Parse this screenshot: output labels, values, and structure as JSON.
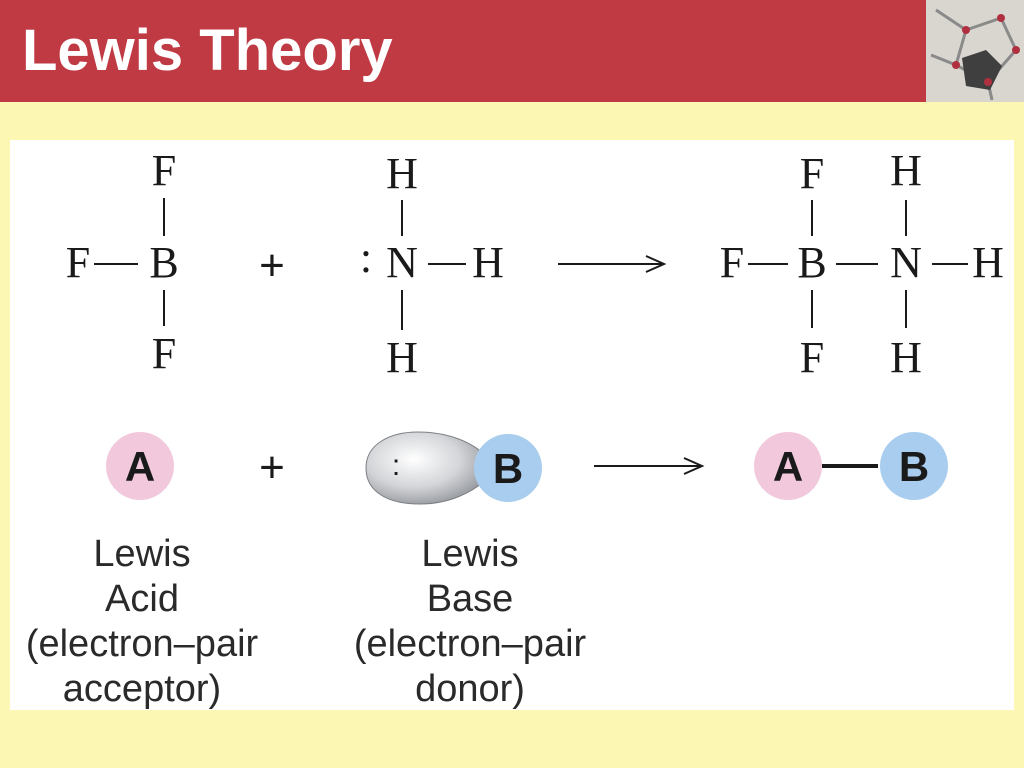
{
  "slide": {
    "title": "Lewis Theory"
  },
  "reaction": {
    "reactant1": {
      "center": "B",
      "top": "F",
      "left": "F",
      "bottom": "F"
    },
    "plus": "+",
    "reactant2": {
      "lone_pair": ":",
      "center": "N",
      "top": "H",
      "right": "H",
      "bottom": "H"
    },
    "arrow": "⟶",
    "product": {
      "b": "B",
      "n": "N",
      "b_top": "F",
      "b_left": "F",
      "b_bottom": "F",
      "n_top": "H",
      "n_right": "H",
      "n_bottom": "H"
    }
  },
  "schematic": {
    "acid_letter": "A",
    "plus": "+",
    "lone_pair": ":",
    "base_letter": "B",
    "arrow": "⟶",
    "product_acid": "A",
    "product_base": "B",
    "colors": {
      "acid_circle": "#f2c8dc",
      "base_circle": "#a9cdee",
      "lobe": "#b9bbbf"
    }
  },
  "captions": {
    "acid": {
      "line1": "Lewis",
      "line2": "Acid",
      "line3": "(electron–pair",
      "line4": "acceptor)"
    },
    "base": {
      "line1": "Lewis",
      "line2": "Base",
      "line3": "(electron–pair",
      "line4": "donor)"
    }
  },
  "colors": {
    "title_bar": "#c03a44",
    "background": "#fdf7b4",
    "panel": "#ffffff"
  }
}
